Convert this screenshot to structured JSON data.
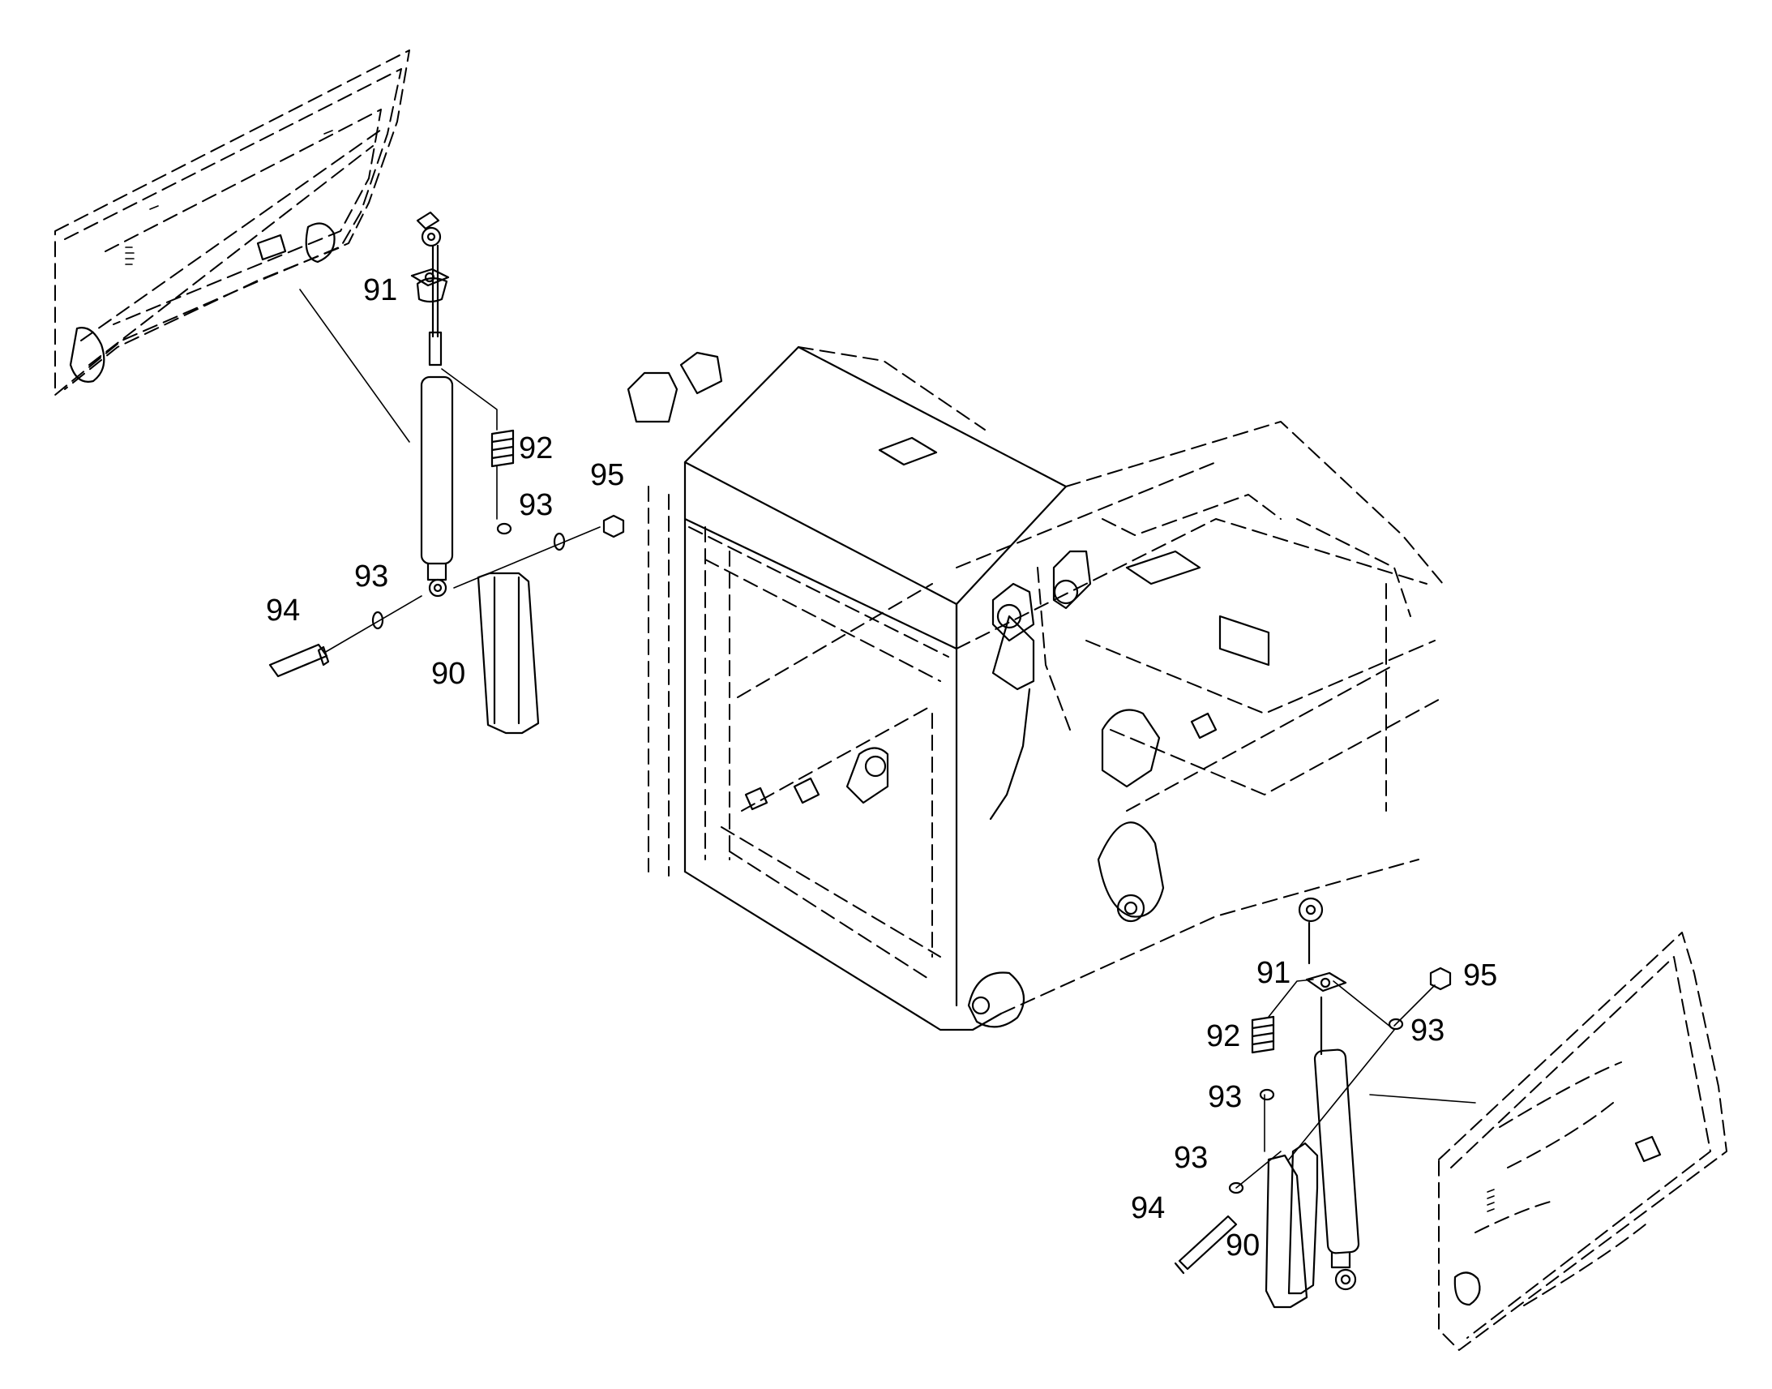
{
  "callouts": {
    "left": {
      "l91": "91",
      "l92": "92",
      "l93a": "93",
      "l95": "95",
      "l93b": "93",
      "l94": "94",
      "l90": "90"
    },
    "right": {
      "l91": "91",
      "l95": "95",
      "l92": "92",
      "l93a": "93",
      "l93b": "93",
      "l93c": "93",
      "l94": "94",
      "l90": "90"
    }
  }
}
